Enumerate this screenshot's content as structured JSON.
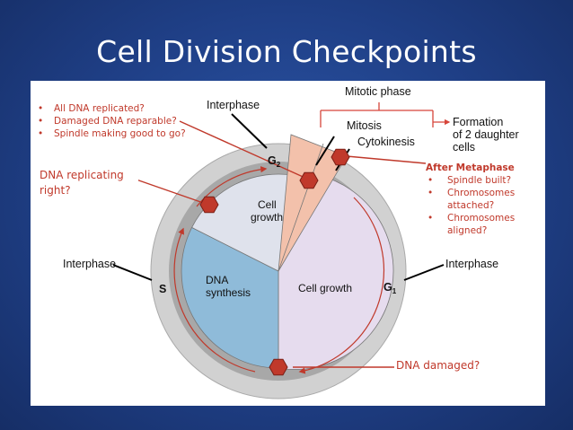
{
  "title": "Cell Division Checkpoints",
  "colors": {
    "background": "#1f3f86",
    "annotation": "#c0392b",
    "g1_sector": "#e6dcee",
    "s_sector": "#8fbbd9",
    "g2_sector": "#dfe2ec",
    "mitotic_wedge": "#f3c1ab",
    "checkpoint": "#c0392b"
  },
  "diagram": {
    "labels": {
      "mitotic_phase": "Mitotic phase",
      "interphase_top": "Interphase",
      "interphase_left": "Interphase",
      "interphase_right": "Interphase",
      "mitosis": "Mitosis",
      "cytokinesis": "Cytokinesis",
      "formation_1": "Formation",
      "formation_2": "of 2 daughter",
      "formation_3": "cells",
      "g2_main": "G",
      "g2_sub": "2",
      "g1_main": "G",
      "g1_sub": "1",
      "s": "S",
      "cell_growth_top_1": "Cell",
      "cell_growth_top_2": "growth",
      "dna_synthesis_1": "DNA",
      "dna_synthesis_2": "synthesis",
      "cell_growth_right": "Cell growth"
    },
    "checkpoint_icons": [
      "checkpoint-icon",
      "checkpoint-icon",
      "checkpoint-icon",
      "checkpoint-icon"
    ]
  },
  "annotations": {
    "left_list": [
      "All DNA replicated?",
      "Damaged DNA reparable?",
      "Spindle making good to go?"
    ],
    "dna_replicating": "DNA replicating right?",
    "after_metaphase": {
      "header": "After Metaphase",
      "items": [
        "Spindle built?",
        "Chromosomes attached?",
        "Chromosomes aligned?"
      ]
    },
    "dna_damaged": "DNA damaged?"
  }
}
